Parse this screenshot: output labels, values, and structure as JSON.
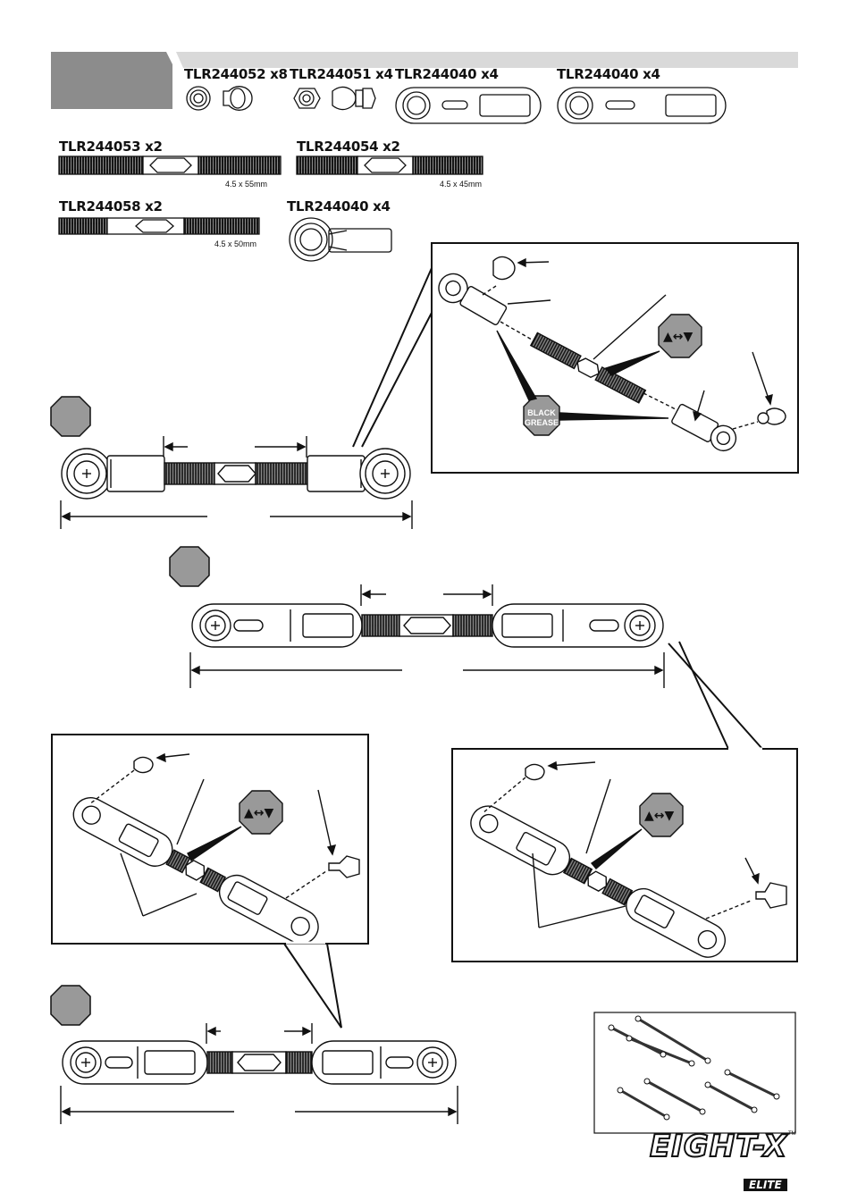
{
  "parts": [
    {
      "label": "TLR244052 x8"
    },
    {
      "label": "TLR244051 x4"
    },
    {
      "label": "TLR244040 x4"
    },
    {
      "label": "TLR244040 x4"
    },
    {
      "label": "TLR244053 x2",
      "size": "4.5 x 55mm"
    },
    {
      "label": "TLR244054 x2",
      "size": "4.5 x 45mm"
    },
    {
      "label": "TLR244058 x2",
      "size": "4.5 x 50mm"
    },
    {
      "label": "TLR244040 x4"
    }
  ],
  "grease": {
    "line1": "BLACK",
    "line2": "GREASE"
  },
  "logo": {
    "main": "EIGHT-X",
    "sub": "ELITE",
    "tm": "TM"
  },
  "colors": {
    "step_badge": "#999999",
    "header_bar": "#d9d9d9",
    "header_block": "#8c8c8c",
    "ink": "#111111"
  }
}
